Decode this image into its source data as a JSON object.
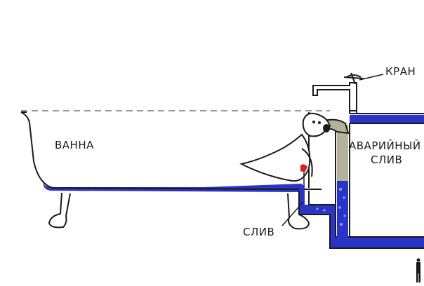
{
  "labels": {
    "bathtub": "ВАННА",
    "faucet": "КРАН",
    "emergency_drain_line1": "АВАРИЙНЫЙ",
    "emergency_drain_line2": "СЛИВ",
    "drain": "СЛИВ"
  },
  "colors": {
    "water": "#2a35c8",
    "water_highlight": "#8fa0ff",
    "outline": "#1a1a1a",
    "overflow_pipe": "#b5b29c",
    "waterline_dash": "#9a9a9a",
    "plug_red": "#d42020"
  }
}
